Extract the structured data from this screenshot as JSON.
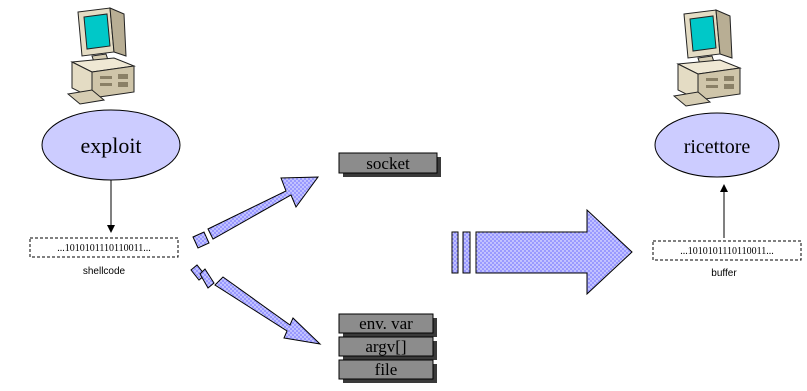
{
  "attacker": {
    "node_label": "exploit",
    "bitstring": "...1010101110110011...",
    "caption": "shellcode",
    "icon": "desktop-computer-icon"
  },
  "victim": {
    "node_label": "ricettore",
    "bitstring": "...1010101110110011...",
    "caption": "buffer",
    "icon": "desktop-computer-icon"
  },
  "channels": {
    "network": [
      "socket"
    ],
    "local": [
      "env. var",
      "argv[]",
      "file"
    ]
  },
  "colors": {
    "ellipse_fill": "#ccccff",
    "arrow_fill": "#9999ff",
    "box_fill": "#8c8c8c",
    "box_shadow": "#3a3a3a",
    "computer_body": "#e4dcc4",
    "screen": "#00c8c8"
  }
}
